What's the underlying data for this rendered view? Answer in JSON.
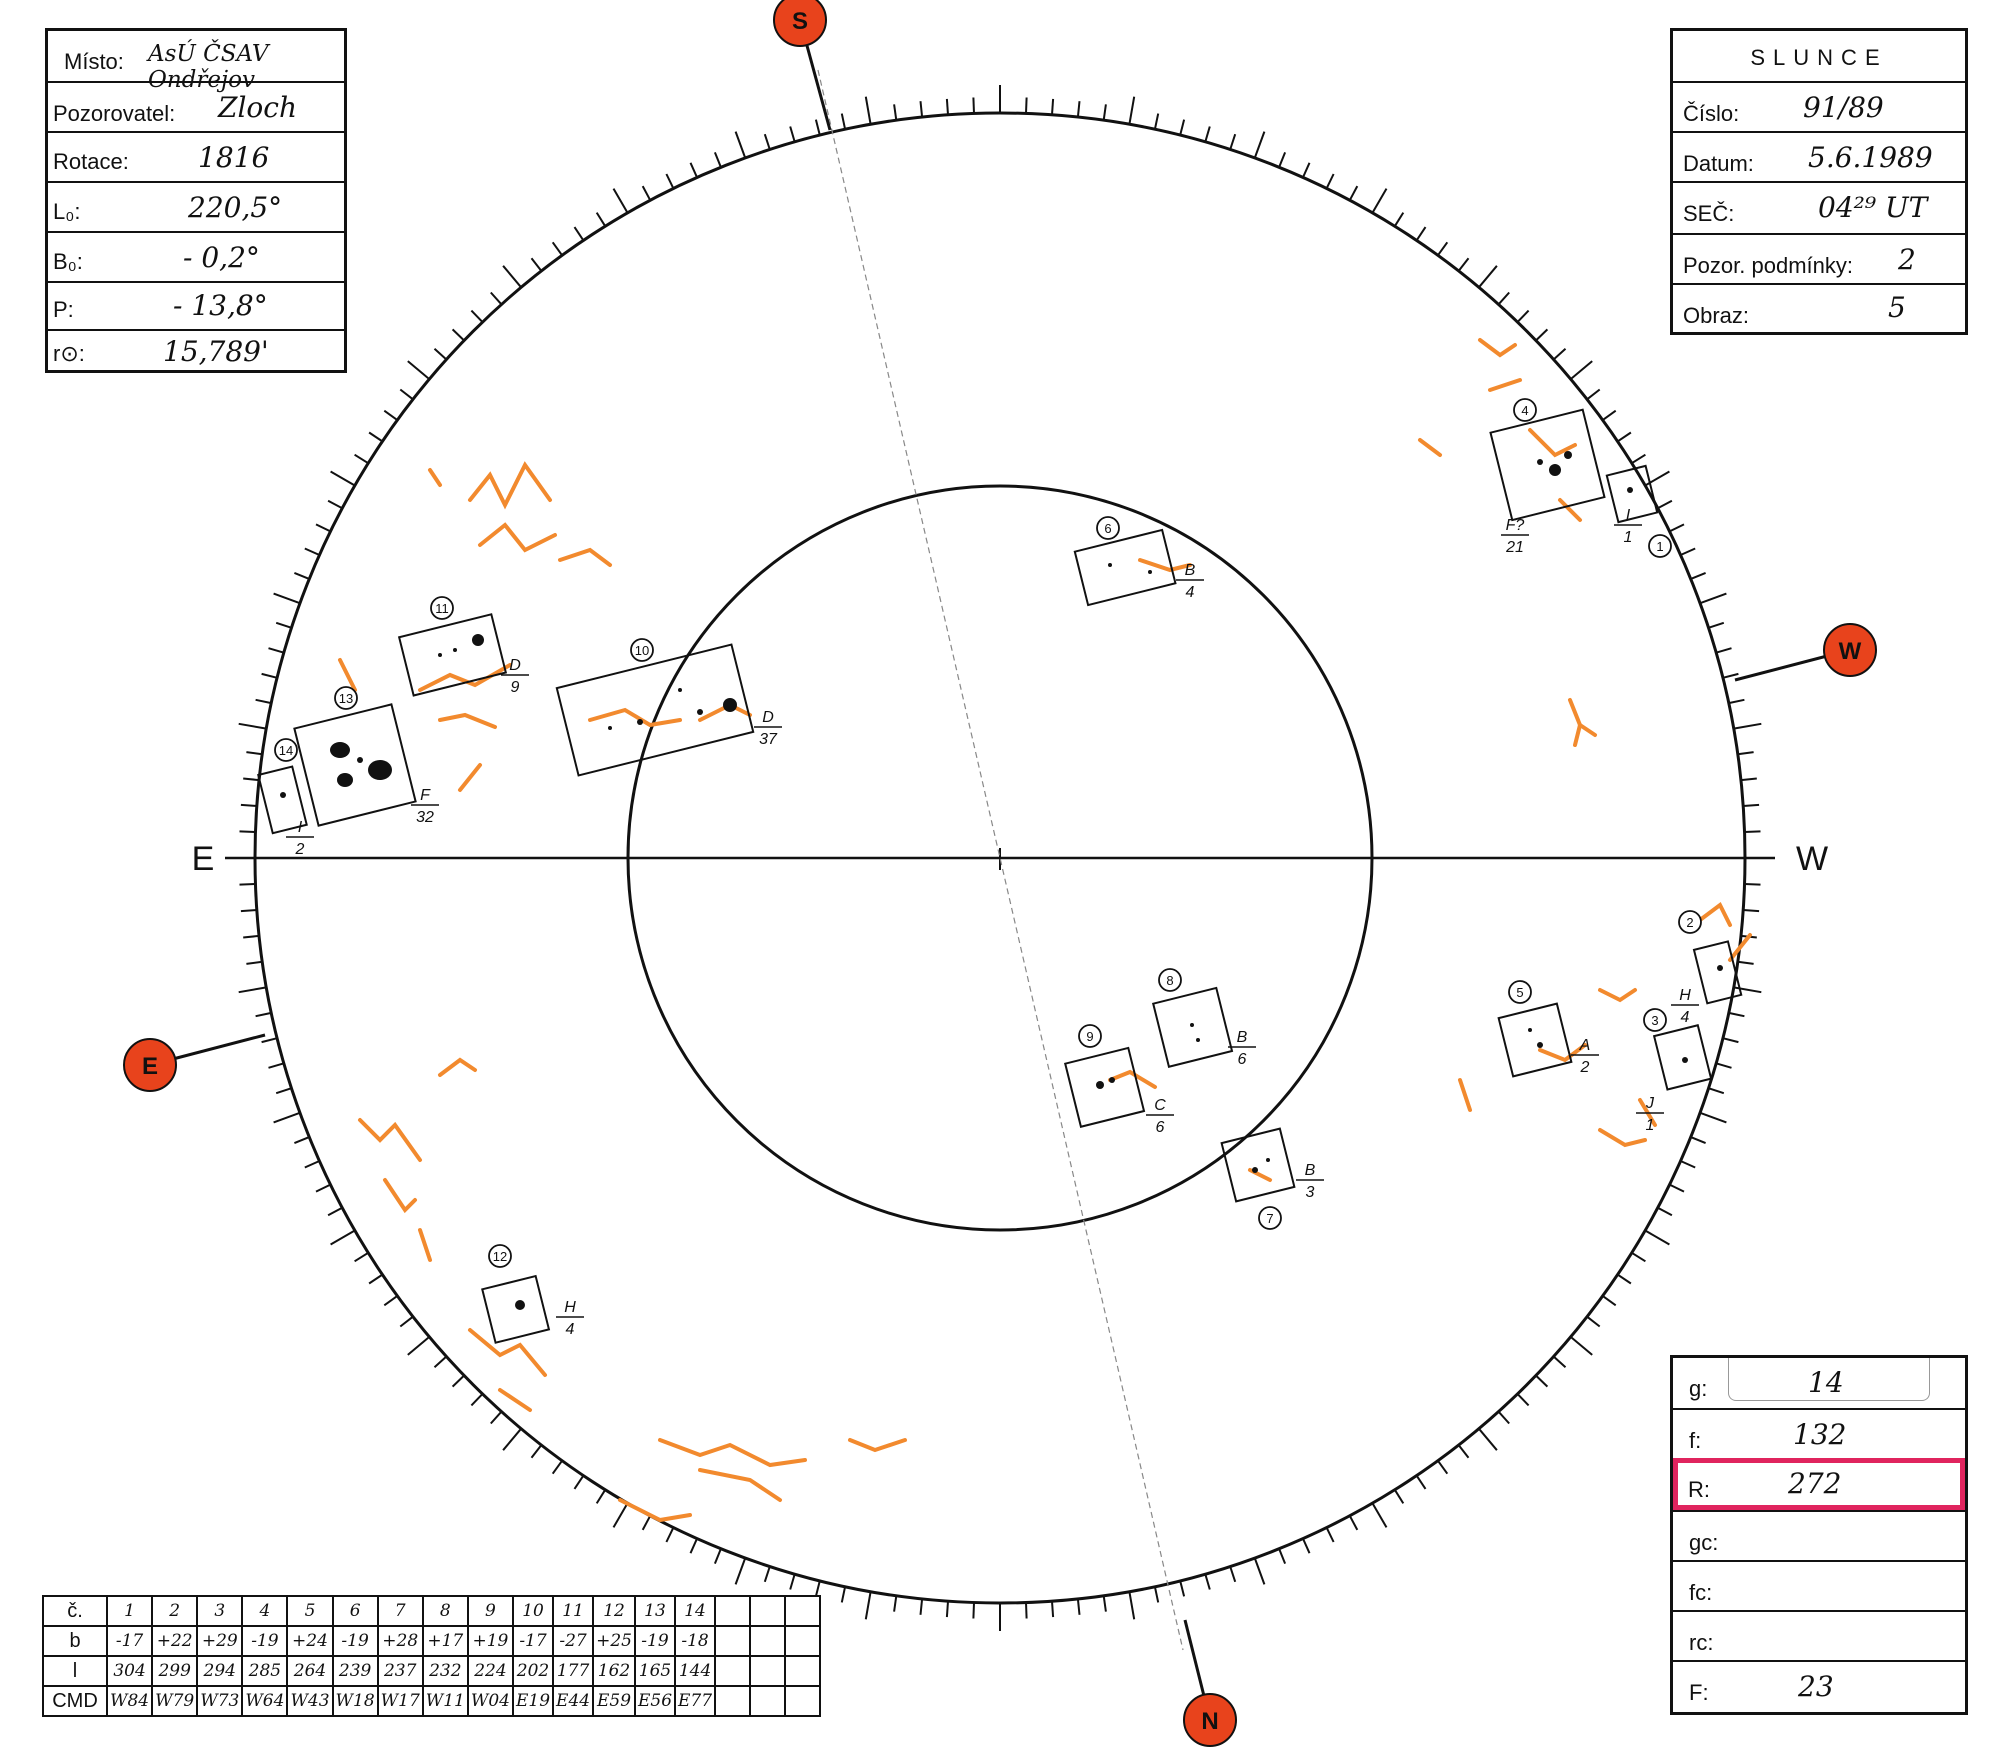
{
  "header_left": {
    "misto_label": "Místo:",
    "misto_value": "AsÚ ČSAV Ondřejov",
    "pozorovatel_label": "Pozorovatel:",
    "pozorovatel_value": "Zloch",
    "rotace_label": "Rotace:",
    "rotace_value": "1816",
    "l0_label": "L₀:",
    "l0_value": "220,5°",
    "b0_label": "B₀:",
    "b0_value": "- 0,2°",
    "p_label": "P:",
    "p_value": "- 13,8°",
    "r_label": "r⊙:",
    "r_value": "15,789'"
  },
  "header_right": {
    "title": "SLUNCE",
    "cislo_label": "Číslo:",
    "cislo_value": "91/89",
    "datum_label": "Datum:",
    "datum_value": "5.6.1989",
    "sec_label": "SEČ:",
    "sec_value": "04²⁹ UT",
    "podminky_label": "Pozor. podmínky:",
    "podminky_value": "2",
    "obraz_label": "Obraz:",
    "obraz_value": "5"
  },
  "compass": {
    "E": "E",
    "W": "W",
    "S": "S",
    "N": "N",
    "E_badge": "E",
    "W_badge": "W"
  },
  "groups": [
    {
      "num": "1",
      "cls": "I",
      "count": "1"
    },
    {
      "num": "2",
      "cls": "H",
      "count": "4"
    },
    {
      "num": "3",
      "cls": "J",
      "count": "1"
    },
    {
      "num": "4",
      "cls": "F?",
      "count": "21"
    },
    {
      "num": "5",
      "cls": "A",
      "count": "2"
    },
    {
      "num": "6",
      "cls": "B",
      "count": "4"
    },
    {
      "num": "7",
      "cls": "B",
      "count": "3"
    },
    {
      "num": "8",
      "cls": "B",
      "count": "6"
    },
    {
      "num": "9",
      "cls": "C",
      "count": "6"
    },
    {
      "num": "10",
      "cls": "D",
      "count": "37"
    },
    {
      "num": "11",
      "cls": "D",
      "count": "9"
    },
    {
      "num": "12",
      "cls": "H",
      "count": "4"
    },
    {
      "num": "13",
      "cls": "F",
      "count": "32"
    },
    {
      "num": "14",
      "cls": "I",
      "count": "2"
    }
  ],
  "summary": {
    "g_label": "g:",
    "g_value": "14",
    "f_label": "f:",
    "f_value": "132",
    "R_label": "R:",
    "R_value": "272",
    "gc_label": "gc:",
    "fc_label": "fc:",
    "rc_label": "rc:",
    "F_label": "F:",
    "F_value": "23"
  },
  "table": {
    "row_labels": [
      "č.",
      "b",
      "l",
      "CMD"
    ],
    "c": [
      "1",
      "2",
      "3",
      "4",
      "5",
      "6",
      "7",
      "8",
      "9",
      "10",
      "11",
      "12",
      "13",
      "14"
    ],
    "b": [
      "-17",
      "+22",
      "+29",
      "-19",
      "+24",
      "-19",
      "+28",
      "+17",
      "+19",
      "-17",
      "-27",
      "+25",
      "-19",
      "-18"
    ],
    "l": [
      "304",
      "299",
      "294",
      "285",
      "264",
      "239",
      "237",
      "232",
      "224",
      "202",
      "177",
      "162",
      "165",
      "144"
    ],
    "cmd": [
      "W84",
      "W79",
      "W73",
      "W64",
      "W43",
      "W18",
      "W17",
      "W11",
      "W04",
      "E19",
      "E44",
      "E59",
      "E56",
      "E77"
    ]
  },
  "colors": {
    "faculae": "#f28a2e",
    "badge": "#e8431c",
    "highlight": "#e0245e",
    "ink": "#111111"
  }
}
